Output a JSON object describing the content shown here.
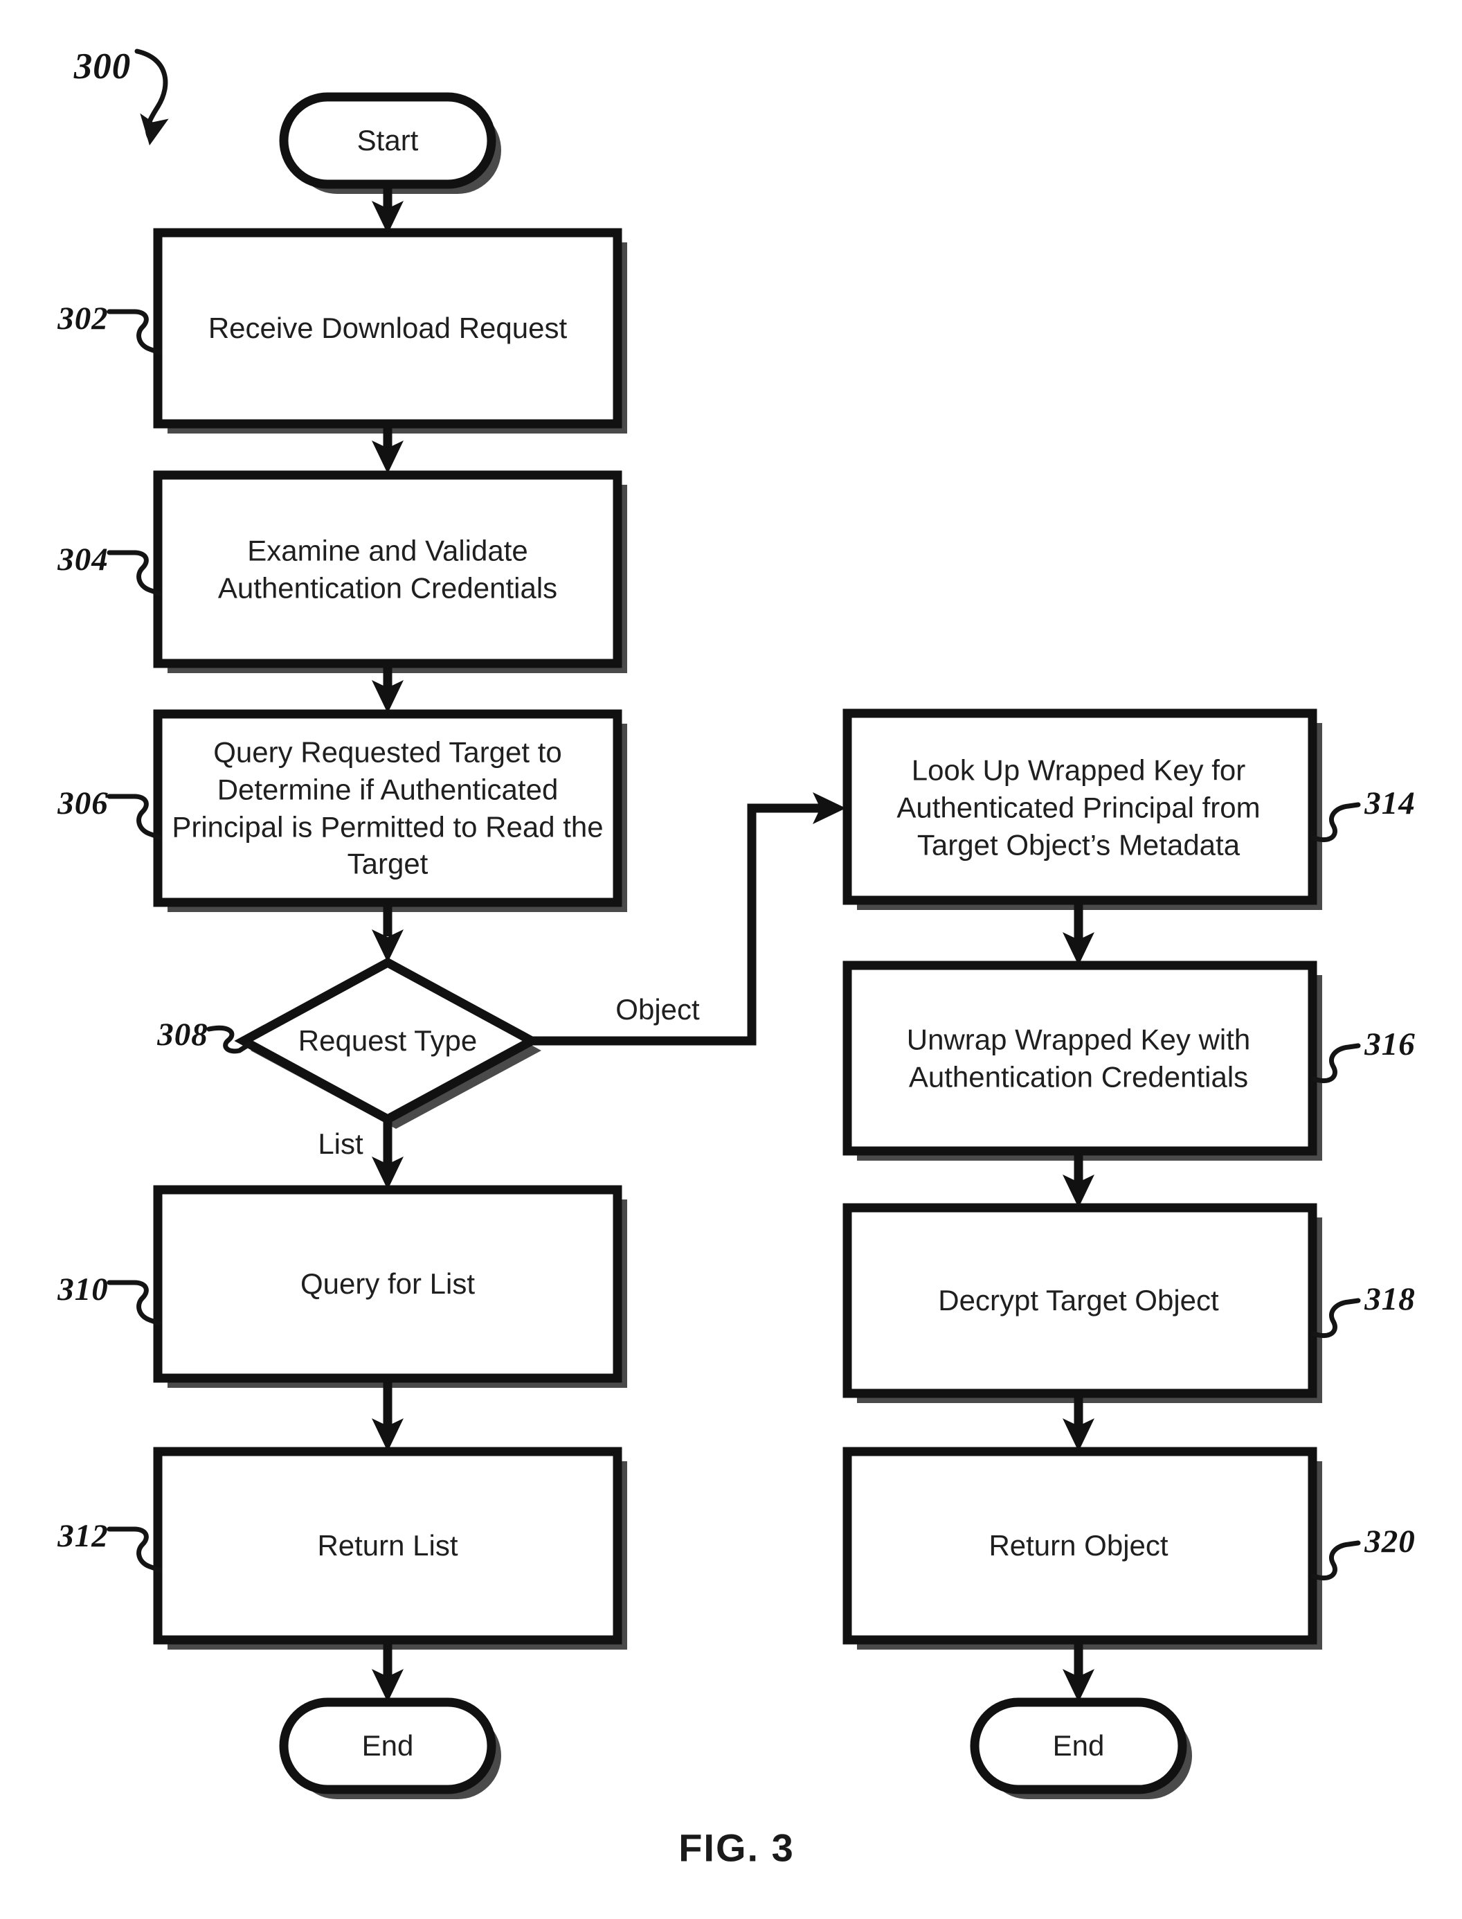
{
  "figure": {
    "caption": "FIG. 3",
    "diagram_ref": "300"
  },
  "terminators": {
    "start": "Start",
    "end_left": "End",
    "end_right": "End"
  },
  "steps": {
    "s302": {
      "ref": "302",
      "label": "Receive Download Request"
    },
    "s304": {
      "ref": "304",
      "label": "Examine and Validate Authentication Credentials"
    },
    "s306": {
      "ref": "306",
      "label": "Query Requested Target to Determine if Authenticated Principal is Permitted to Read the Target"
    },
    "s310": {
      "ref": "310",
      "label": "Query for List"
    },
    "s312": {
      "ref": "312",
      "label": "Return List"
    },
    "s314": {
      "ref": "314",
      "label": "Look Up Wrapped Key for Authenticated Principal from Target Object’s Metadata"
    },
    "s316": {
      "ref": "316",
      "label": "Unwrap Wrapped Key with Authentication Credentials"
    },
    "s318": {
      "ref": "318",
      "label": "Decrypt Target Object"
    },
    "s320": {
      "ref": "320",
      "label": "Return Object"
    }
  },
  "decision": {
    "ref": "308",
    "label": "Request Type",
    "branch_right": "Object",
    "branch_down": "List"
  },
  "colors": {
    "ink": "#111111",
    "text": "#1f1f1f",
    "shadow": "#4a4a4a",
    "background": "#ffffff"
  }
}
